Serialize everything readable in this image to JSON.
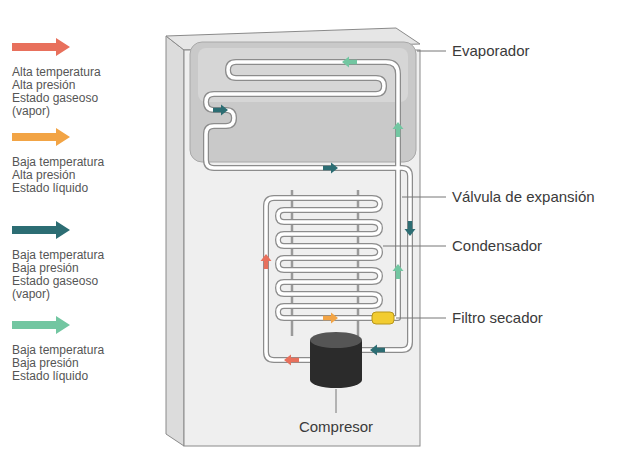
{
  "diagram": {
    "labels": [
      "Evaporador",
      "Válvula de expansión",
      "Condensador",
      "Filtro secador",
      "Compresor"
    ],
    "legend": [
      {
        "text": "Alta temperatura Alta presión Estado gaseoso (vapor)",
        "color": "#e8705c"
      },
      {
        "text": "Baja temperatura Alta presión Estado líquido",
        "color": "#f2a445"
      },
      {
        "text": "Baja temperatura Baja presión Estado gaseoso (vapor)",
        "color": "#2c6d73"
      },
      {
        "text": "Baja temperatura Baja presión Estado líquido",
        "color": "#72c6a1"
      }
    ]
  }
}
